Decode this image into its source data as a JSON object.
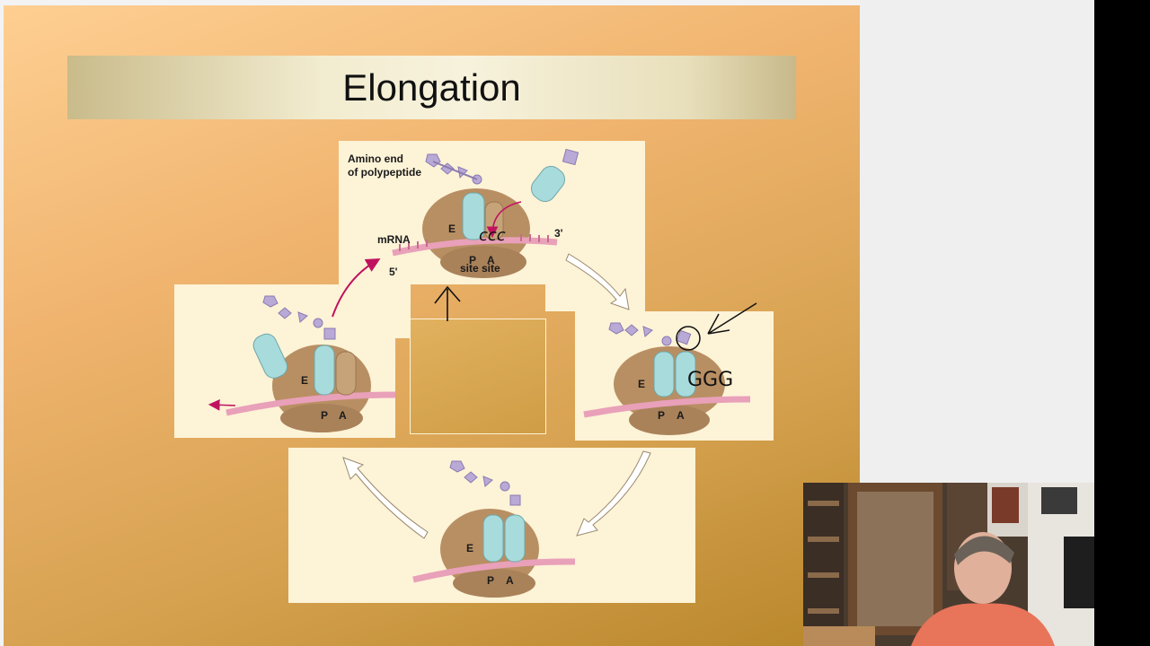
{
  "slide": {
    "title": "Elongation"
  },
  "diagram": {
    "top_label_line1": "Amino end",
    "top_label_line2": "of polypeptide",
    "mrna_label": "mRNA",
    "three_prime": "3'",
    "five_prime": "5'",
    "site_e": "E",
    "site_p": "P",
    "site_a": "A",
    "site_word": "site site",
    "annotation_top": "ccc",
    "annotation_right": "GGG"
  },
  "colors": {
    "ribosome": "#b88f63",
    "trna": "#a8dbdc",
    "mrna": "#e9a0b9",
    "amino_acid": "#b9a9d6",
    "arrow_magenta": "#c0135f",
    "panel_bg": "#fdf3d7"
  },
  "webcam": {
    "description_icon": "presenter-video-icon"
  }
}
